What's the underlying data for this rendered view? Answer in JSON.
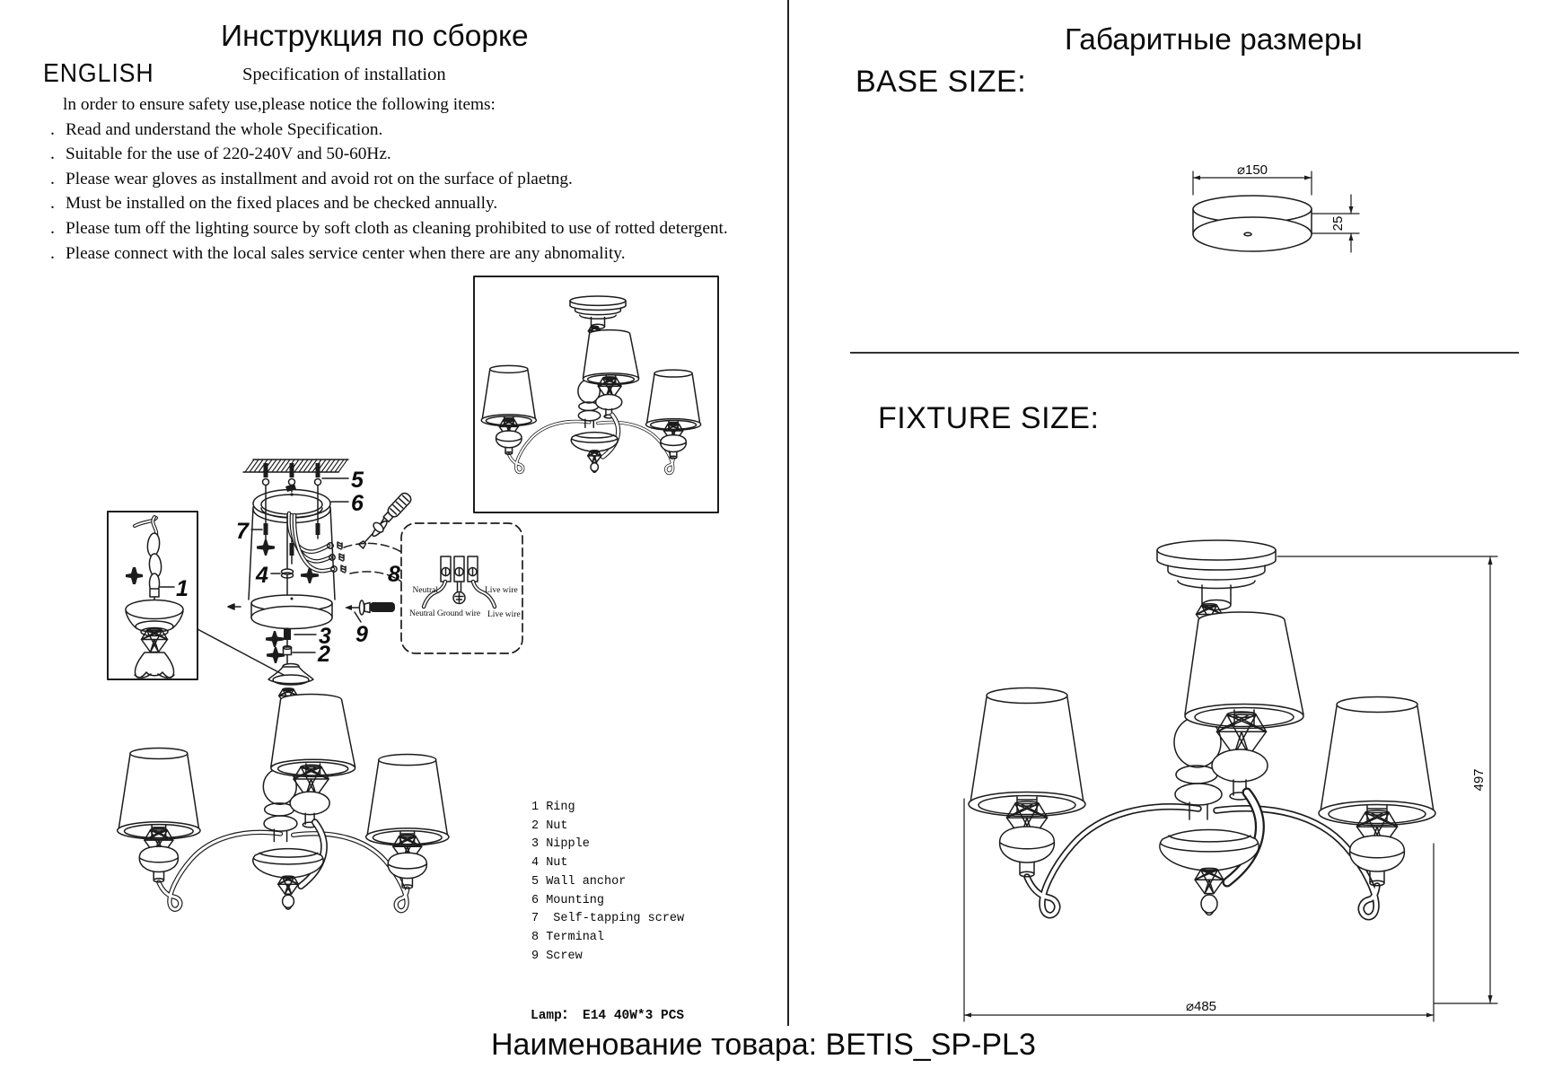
{
  "page": {
    "background": "#ffffff",
    "ink": "#1c1c1c"
  },
  "left": {
    "title": "Инструкция по сборке",
    "language_label": "ENGLISH",
    "spec_heading": "Specification of installation",
    "intro": "ln order to ensure safety use,please notice the following items:",
    "bullet": ".",
    "items": [
      "Read and understand the whole Specification.",
      "Suitable for the use of 220-240V and 50-60Hz.",
      "Please wear gloves as installment and avoid rot on the surface of plaetng.",
      "Must be installed on the fixed places and be checked annually.",
      "Please tum off the lighting source by soft cloth as cleaning prohibited to use of rotted detergent.",
      "Please connect with the local sales service center when there are any abnomality."
    ],
    "parts_list": [
      "1 Ring",
      "2 Nut",
      "3 Nipple",
      "4 Nut",
      "5 Wall anchor",
      "6 Mounting",
      "7  Self-tapping screw",
      "8 Terminal",
      "9 Screw"
    ],
    "lamp_line": "Lamp： E14 40W*3 PCS",
    "callouts": {
      "c1": "1",
      "c2": "2",
      "c3": "3",
      "c4": "4",
      "c5": "5",
      "c6": "6",
      "c7": "7",
      "c8": "8",
      "c9": "9"
    },
    "wiring": {
      "neutral_top": "Neutral",
      "live_top": "Live wire",
      "neutral_bottom": "Neutral",
      "ground_bottom": "Ground wire",
      "live_bottom": "Live wire"
    }
  },
  "right": {
    "title": "Габаритные размеры",
    "base_heading": "BASE SIZE:",
    "fixture_heading": "FIXTURE SIZE:",
    "dimensions": {
      "base_diameter": "⌀150",
      "base_height": "25",
      "fixture_height": "497",
      "fixture_diameter": "⌀485"
    }
  },
  "footer": {
    "product_caption": "Наименование товара: BETIS_SP-PL3"
  }
}
